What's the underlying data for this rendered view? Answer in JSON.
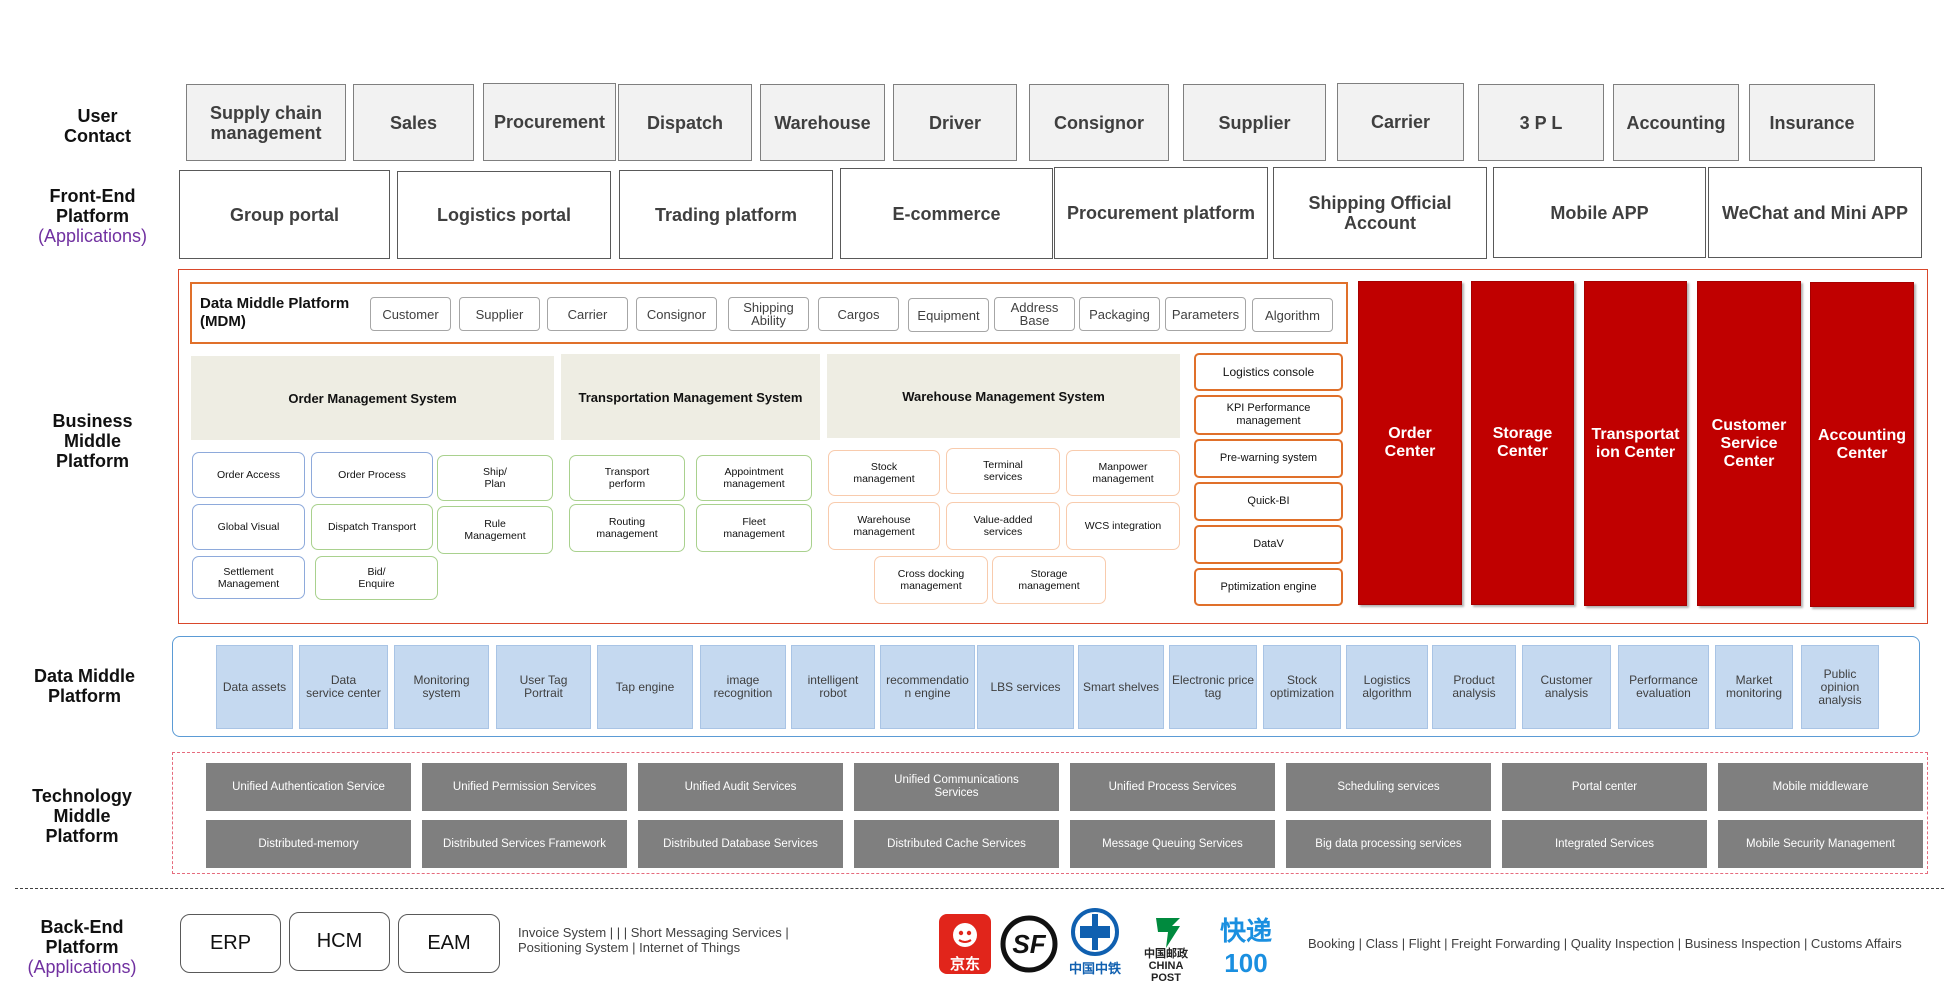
{
  "rows": {
    "user_contact": "User\nContact",
    "front_end": {
      "title": "Front-End\nPlatform",
      "sub": "(Applications)"
    },
    "business_middle": "Business\nMiddle\nPlatform",
    "data_middle": "Data Middle\nPlatform",
    "technology_middle": "Technology\nMiddle\nPlatform",
    "back_end": {
      "title": "Back-End\nPlatform",
      "sub": "(Applications)"
    }
  },
  "user_contact": [
    "Supply chain\nmanagement",
    "Sales",
    "Procurement",
    "Dispatch",
    "Warehouse",
    "Driver",
    "Consignor",
    "Supplier",
    "Carrier",
    "3 P L",
    "Accounting",
    "Insurance"
  ],
  "front_end": [
    "Group portal",
    "Logistics portal",
    "Trading platform",
    "E-commerce",
    "Procurement platform",
    "Shipping Official\nAccount",
    "Mobile APP",
    "WeChat and Mini APP"
  ],
  "mdm": {
    "title": "Data Middle Platform\n(MDM)",
    "items": [
      "Customer",
      "Supplier",
      "Carrier",
      "Consignor",
      "Shipping\nAbility",
      "Cargos",
      "Equipment",
      "Address\nBase",
      "Packaging",
      "Parameters",
      "Algorithm"
    ]
  },
  "systems": {
    "oms": {
      "title": "Order Management System",
      "blue": [
        "Order Access",
        "Order Process",
        "Global Visual",
        "Dispatch Transport",
        "Settlement\nManagement"
      ],
      "green": [
        "Ship/\nPlan",
        "Rule\nManagement",
        "Bid/\nEnquire"
      ]
    },
    "tms": {
      "title": "Transportation Management System",
      "items": [
        "Transport\nperform",
        "Appointment\nmanagement",
        "Routing\nmanagement",
        "Fleet\nmanagement"
      ]
    },
    "wms": {
      "title": "Warehouse Management System",
      "items": [
        "Stock\nmanagement",
        "Terminal\nservices",
        "Manpower\nmanagement",
        "Warehouse\nmanagement",
        "Value-added\nservices",
        "WCS integration",
        "Cross docking\nmanagement",
        "Storage\nmanagement"
      ]
    }
  },
  "logistics_tools": [
    "Logistics console",
    "KPI Performance\nmanagement",
    "Pre-warning system",
    "Quick-BI",
    "DataV",
    "Pptimization engine"
  ],
  "centers": [
    "Order\nCenter",
    "Storage\nCenter",
    "Transportat\nion Center",
    "Customer\nService\nCenter",
    "Accounting\nCenter"
  ],
  "data_middle": [
    "Data assets",
    "Data\nservice center",
    "Monitoring\nsystem",
    "User Tag\nPortrait",
    "Tap engine",
    "image\nrecognition",
    "intelligent\nrobot",
    "recommendatio\nn engine",
    "LBS services",
    "Smart shelves",
    "Electronic price\ntag",
    "Stock\noptimization",
    "Logistics\nalgorithm",
    "Product\nanalysis",
    "Customer\nanalysis",
    "Performance\nevaluation",
    "Market\nmonitoring",
    "Public\nopinion\nanalysis"
  ],
  "technology": {
    "row1": [
      "Unified Authentication Service",
      "Unified Permission Services",
      "Unified Audit Services",
      "Unified Communications\nServices",
      "Unified Process Services",
      "Scheduling services",
      "Portal center",
      "Mobile middleware"
    ],
    "row2": [
      "Distributed-memory",
      "Distributed Services Framework",
      "Distributed Database Services",
      "Distributed Cache Services",
      "Message Queuing Services",
      "Big data processing services",
      "Integrated Services",
      "Mobile Security Management"
    ]
  },
  "back_end": {
    "systems": [
      "ERP",
      "HCM",
      "EAM"
    ],
    "services_text": "Invoice System | | | Short Messaging Services |\nPositioning System | Internet of Things",
    "logos": [
      {
        "icon": "jd-logo-icon",
        "label": "京东",
        "color": "#e1251b"
      },
      {
        "icon": "sf-logo-icon",
        "label": "SF"
      },
      {
        "icon": "china-railway-logo-icon",
        "label": "中国中铁"
      },
      {
        "icon": "china-post-logo-icon",
        "label": "中国邮政\nCHINA POST"
      },
      {
        "icon": "kuaidi100-logo-icon",
        "label": "快递100"
      }
    ],
    "right_text": "Booking | Class | Flight | Freight Forwarding | Quality Inspection | Business Inspection | Customs Affairs"
  },
  "colors": {
    "red_center": "#c00000",
    "orange_border": "#e0702a",
    "data_blue": "#c5d9f0",
    "tech_gray": "#7f7f7f",
    "purple": "#7030a0"
  }
}
